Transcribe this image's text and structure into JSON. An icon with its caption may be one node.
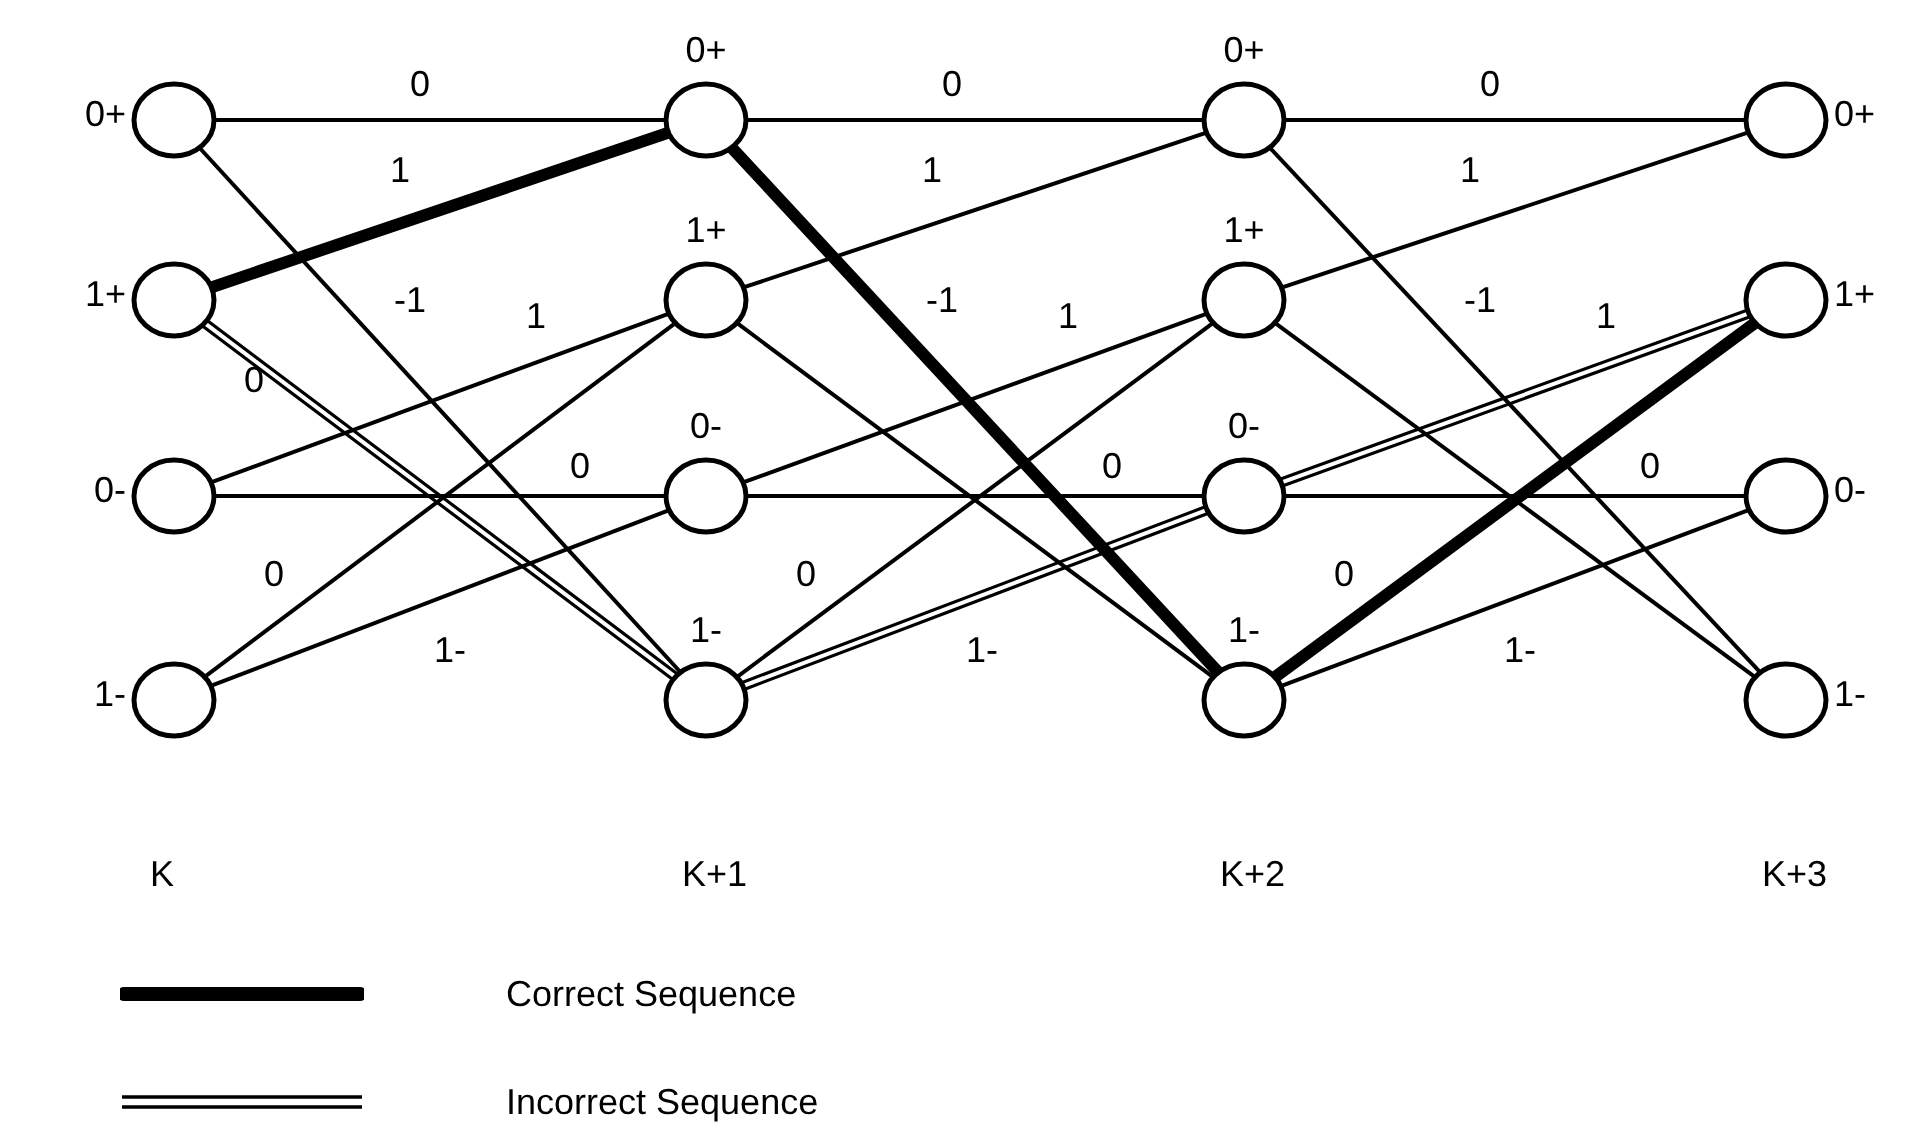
{
  "diagram": {
    "nodes": [
      {
        "text": [
          "0+"
        ]
      },
      {
        "text": [
          "1+"
        ]
      },
      {
        "text": [
          "0-"
        ]
      },
      {
        "text": [
          "1-"
        ]
      },
      {
        "text": [
          "0+"
        ]
      },
      {
        "text": [
          "1+"
        ]
      },
      {
        "text": [
          "0-"
        ]
      },
      {
        "text": [
          "1-"
        ]
      },
      {
        "text": [
          "0+"
        ]
      },
      {
        "text": [
          "1+"
        ]
      },
      {
        "text": [
          "0-"
        ]
      },
      {
        "text": [
          "1-"
        ]
      },
      {
        "text": [
          "0+"
        ]
      },
      {
        "text": [
          "1+"
        ]
      },
      {
        "text": [
          "0-"
        ]
      },
      {
        "text": [
          "1-"
        ]
      }
    ],
    "edges": [
      {
        "from": 0,
        "to": 4,
        "arrow": "none",
        "label": "0"
      },
      {
        "from": 0,
        "to": 7,
        "arrow": "none",
        "label": "-1"
      },
      {
        "from": 1,
        "to": 4,
        "arrow": "none",
        "label": "1",
        "style": "thick"
      },
      {
        "from": 1,
        "to": 7,
        "arrow": "none",
        "label": "0"
      },
      {
        "from": 2,
        "to": 5,
        "arrow": "none",
        "label": "1"
      },
      {
        "from": 2,
        "to": 6,
        "arrow": "none",
        "label": "0"
      },
      {
        "from": 3,
        "to": 5,
        "arrow": "none",
        "label": "0"
      },
      {
        "from": 3,
        "to": 6,
        "arrow": "none",
        "label": "1-"
      },
      {
        "from": 4,
        "to": 8,
        "arrow": "none",
        "label": "0"
      },
      {
        "from": 4,
        "to": 11,
        "arrow": "none",
        "label": "-1",
        "style": "thick"
      },
      {
        "from": 5,
        "to": 8,
        "arrow": "none",
        "label": "1"
      },
      {
        "from": 5,
        "to": 11,
        "arrow": "none"
      },
      {
        "from": 6,
        "to": 9,
        "arrow": "none",
        "label": "1"
      },
      {
        "from": 6,
        "to": 10,
        "arrow": "none",
        "label": "0"
      },
      {
        "from": 7,
        "to": 9,
        "arrow": "none",
        "label": "0"
      },
      {
        "from": 7,
        "to": 10,
        "arrow": "none",
        "label": "1-"
      },
      {
        "from": 8,
        "to": 12,
        "arrow": "none",
        "label": "0"
      },
      {
        "from": 8,
        "to": 15,
        "arrow": "none",
        "label": "-1"
      },
      {
        "from": 9,
        "to": 12,
        "arrow": "none",
        "label": "1"
      },
      {
        "from": 9,
        "to": 15,
        "arrow": "none"
      },
      {
        "from": 10,
        "to": 13,
        "arrow": "none",
        "label": "1"
      },
      {
        "from": 10,
        "to": 14,
        "arrow": "none",
        "label": "0"
      },
      {
        "from": 11,
        "to": 13,
        "arrow": "none",
        "label": "0",
        "style": "thick"
      },
      {
        "from": 11,
        "to": 14,
        "arrow": "none",
        "label": "1-"
      }
    ],
    "labels": [
      "K",
      "K+1",
      "K+2",
      "K+3"
    ],
    "legend": [
      {
        "text": "Correct Sequence"
      },
      {
        "text": "Incorrect Sequence"
      }
    ]
  }
}
